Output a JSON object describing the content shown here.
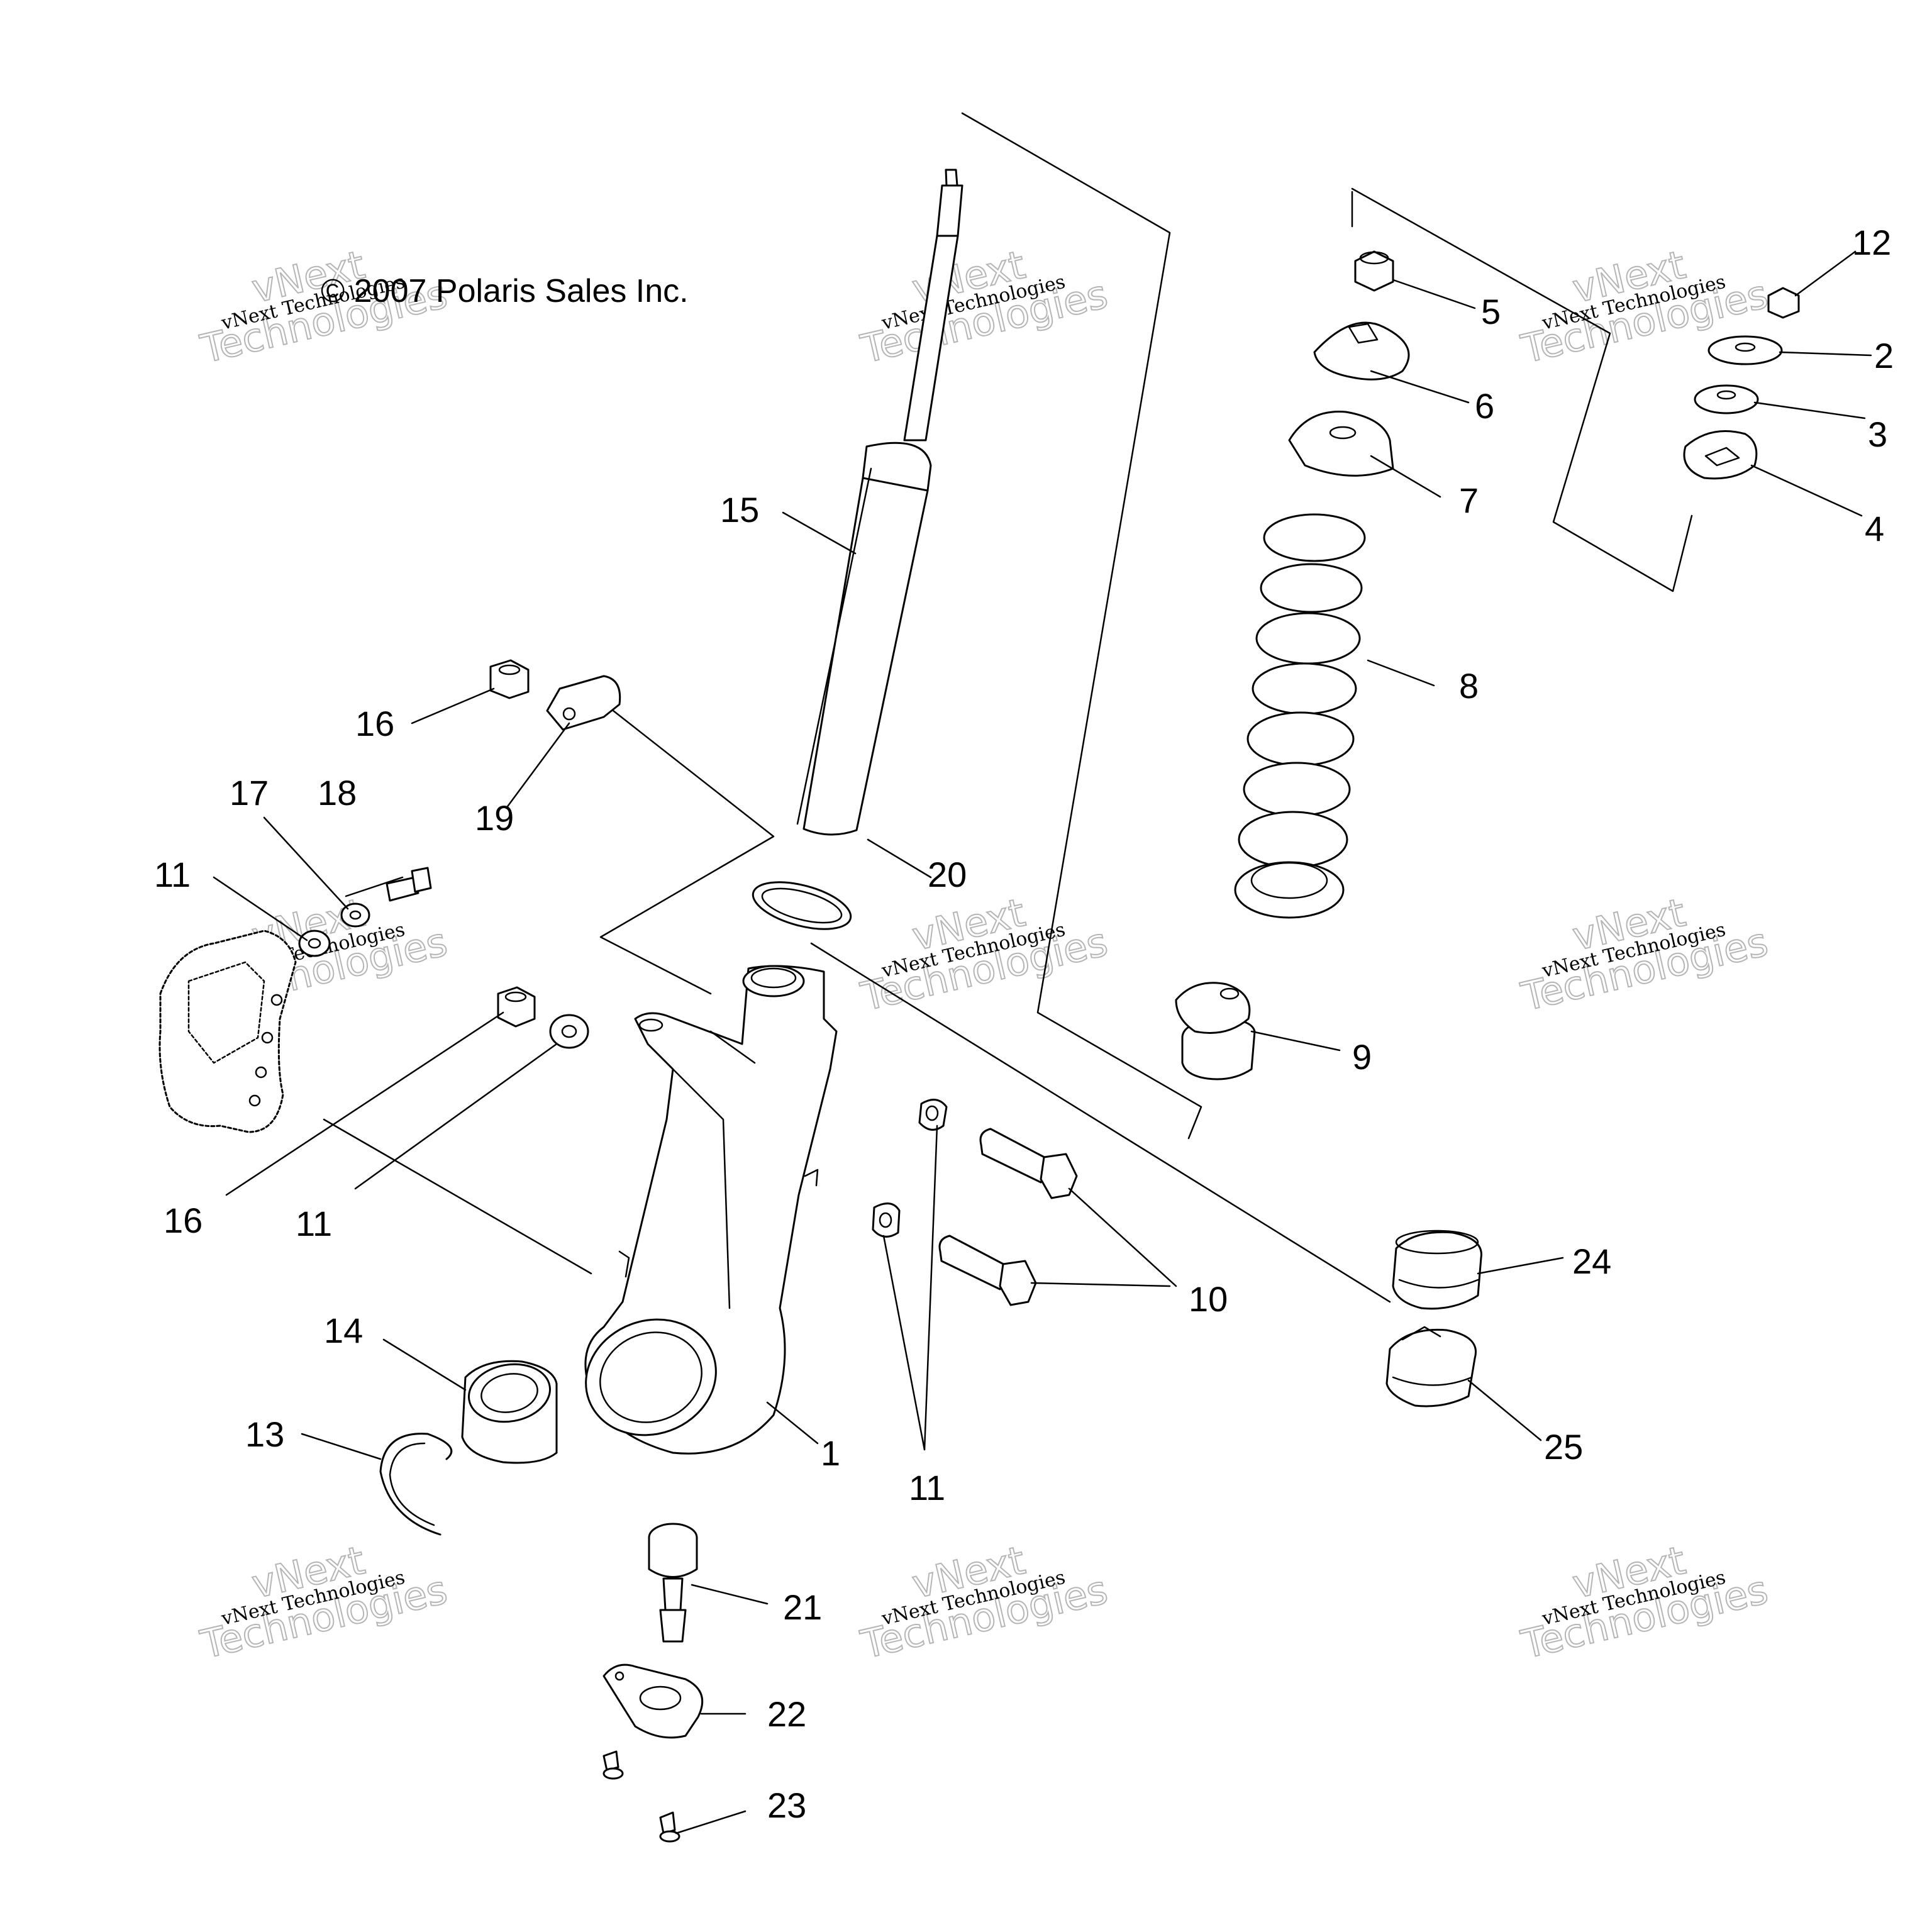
{
  "copyright": "© 2007 Polaris Sales Inc.",
  "watermark": {
    "line1": "vNext Technologies",
    "line2": "vNext",
    "line3": "Technologies"
  },
  "callouts": {
    "c1": "1",
    "c2": "2",
    "c3": "3",
    "c4": "4",
    "c5": "5",
    "c6": "6",
    "c7": "7",
    "c8": "8",
    "c9": "9",
    "c10": "10",
    "c11a": "11",
    "c11b": "11",
    "c11c": "11",
    "c12": "12",
    "c13": "13",
    "c14": "14",
    "c15": "15",
    "c16a": "16",
    "c16b": "16",
    "c17": "17",
    "c18": "18",
    "c19": "19",
    "c20": "20",
    "c21": "21",
    "c22": "22",
    "c23": "23",
    "c24": "24",
    "c25": "25"
  }
}
